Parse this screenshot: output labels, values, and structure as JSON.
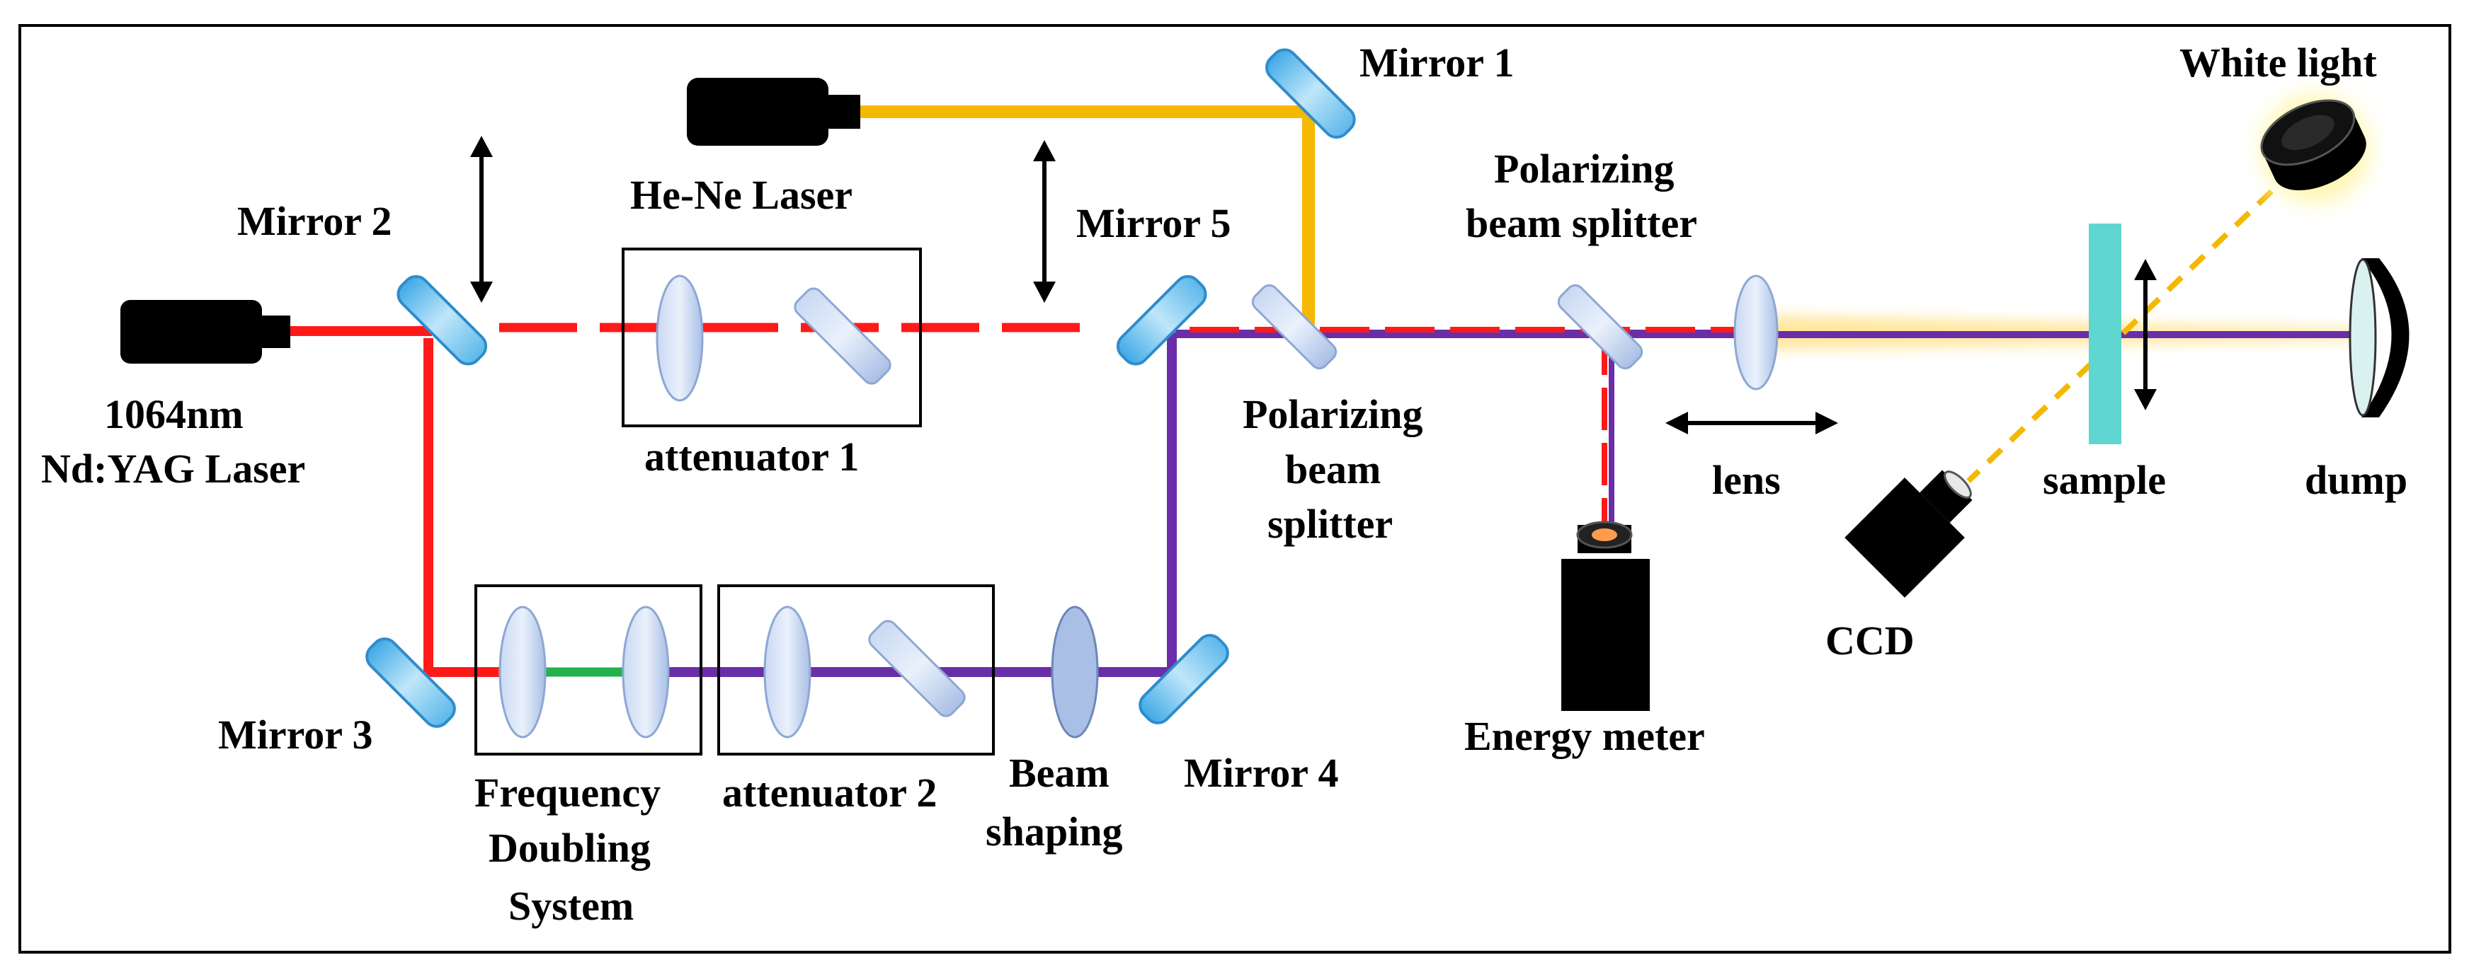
{
  "labels": {
    "mirror1": "Mirror 1",
    "mirror2": "Mirror 2",
    "mirror3": "Mirror 3",
    "mirror4": "Mirror 4",
    "mirror5": "Mirror 5",
    "he_ne_laser": "He-Ne Laser",
    "nd_yag_line1": "1064nm",
    "nd_yag_line2": "Nd:YAG Laser",
    "attenuator1": "attenuator 1",
    "attenuator2": "attenuator 2",
    "pbs_top_line1": "Polarizing",
    "pbs_top_line2": "beam splitter",
    "pbs_mid_line1": "Polarizing",
    "pbs_mid_line2": "beam",
    "pbs_mid_line3": "splitter",
    "freq_line1": "Frequency",
    "freq_line2": "Doubling",
    "freq_line3": "System",
    "beam_shaping_line1": "Beam",
    "beam_shaping_line2": "shaping",
    "lens": "lens",
    "energy_meter": "Energy meter",
    "ccd": "CCD",
    "sample": "sample",
    "dump": "dump",
    "white_light": "White light"
  },
  "colors": {
    "ir_beam": "#ff1a1a",
    "green_beam": "#22b24c",
    "violet_beam": "#6a2ea8",
    "hene_beam": "#f5b800",
    "white_light_beam": "#f5b800",
    "optic_blue": "#7fc8ef",
    "sample": "#5fd6cf",
    "device": "#000000",
    "frame": "#000000"
  }
}
